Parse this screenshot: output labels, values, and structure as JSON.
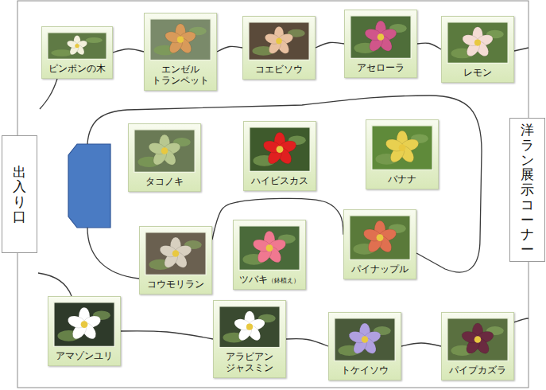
{
  "diagram": {
    "nodes": [
      {
        "text": [
          "ピンポンの木"
        ]
      },
      {
        "text": [
          "エンゼル トランペット"
        ]
      },
      {
        "text": [
          "コエビソウ"
        ]
      },
      {
        "text": [
          "アセローラ"
        ]
      },
      {
        "text": [
          "レモン"
        ]
      },
      {
        "text": [
          "出入り口"
        ]
      },
      {
        "text": [
          "タコノキ"
        ]
      },
      {
        "text": [
          "ハイビスカス"
        ]
      },
      {
        "text": [
          "バナナ"
        ]
      },
      {
        "text": [
          "洋ラン展示コーナー"
        ]
      },
      {
        "text": [
          "コウモリラン"
        ]
      },
      {
        "text": [
          "ツバキ",
          "（鉢植え）"
        ]
      },
      {
        "text": [
          "パイナップル"
        ]
      },
      {
        "text": [
          "アマゾンユリ"
        ]
      },
      {
        "text": [
          "アラビアン ジャスミン"
        ]
      },
      {
        "text": [
          "トケイソウ"
        ]
      },
      {
        "text": [
          "パイプカズラ"
        ]
      }
    ],
    "edges": [
      {
        "from": 0,
        "to": 1,
        "arrow": "none"
      },
      {
        "from": 1,
        "to": 2,
        "arrow": "none"
      },
      {
        "from": 2,
        "to": 3,
        "arrow": "none"
      },
      {
        "from": 3,
        "to": 4,
        "arrow": "none"
      },
      {
        "from": 10,
        "to": 12,
        "arrow": "none"
      },
      {
        "from": 13,
        "to": 14,
        "arrow": "none"
      },
      {
        "from": 14,
        "to": 15,
        "arrow": "none"
      },
      {
        "from": 15,
        "to": 16,
        "arrow": "none"
      }
    ]
  }
}
